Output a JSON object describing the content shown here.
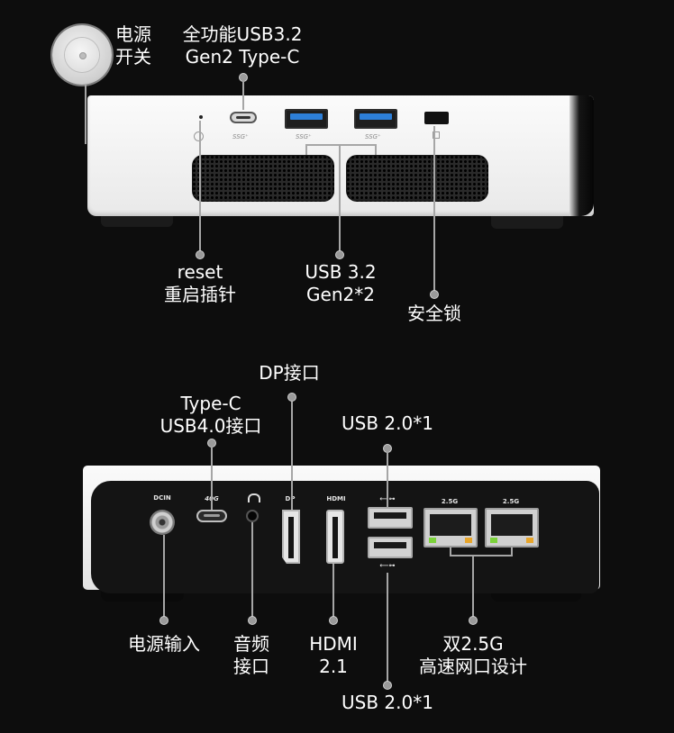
{
  "top": {
    "power_switch": {
      "line1": "电源",
      "line2": "开关"
    },
    "usbc_full": {
      "line1": "全功能USB3.2",
      "line2": "Gen2 Type-C"
    },
    "reset": {
      "line1": "reset",
      "line2": "重启插针"
    },
    "usb32": {
      "line1": "USB 3.2",
      "line2": "Gen2*2"
    },
    "lock": {
      "line1": "安全锁"
    },
    "port_marks": {
      "usbc": "SSG⁺",
      "usb_a_left": "SSG⁺",
      "usb_a_right": "SSG⁺"
    }
  },
  "bottom": {
    "dp": {
      "line1": "DP接口"
    },
    "typec": {
      "line1": "Type-C",
      "line2": "USB4.0接口"
    },
    "usb20_top": {
      "line1": "USB 2.0*1"
    },
    "usb20_bottom": {
      "line1": "USB 2.0*1"
    },
    "power_in": {
      "line1": "电源输入"
    },
    "audio": {
      "line1": "音频",
      "line2": "接口"
    },
    "hdmi": {
      "line1": "HDMI",
      "line2": "2.1"
    },
    "lan": {
      "line1": "双2.5G",
      "line2": "高速网口设计"
    },
    "port_marks": {
      "dcin": "DCIN",
      "usb4": "40G",
      "dp": "DP",
      "hdmi": "HDMI",
      "usb": "⟵⊶",
      "lan_left": "2.5G",
      "lan_right": "2.5G"
    }
  },
  "colors": {
    "background": "#0d0d0d",
    "usb3_blue": "#2d7fd8",
    "led_green": "#7bd23a",
    "led_orange": "#e7a52b"
  }
}
